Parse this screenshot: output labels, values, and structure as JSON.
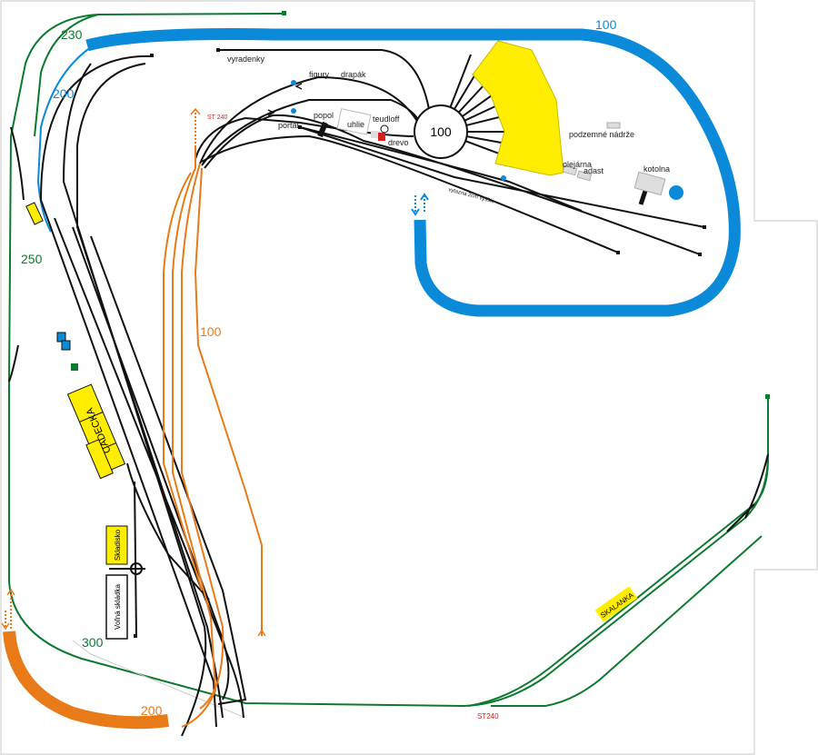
{
  "colors": {
    "main_line": "#0a8ad8",
    "branch": "#0b7a2e",
    "narrow": "#e87a18",
    "track": "#111111",
    "building": "#ffee00",
    "signal_red": "#d42020"
  },
  "radii": {
    "blue_top": "100",
    "blue_left": "200",
    "green_top": "230",
    "green_left": "250",
    "green_bottom": "300",
    "orange_bottom": "200",
    "orange_middle": "100",
    "turntable": "100"
  },
  "labels": {
    "st240_top": "ST 240",
    "st240_bottom": "ST240",
    "vyradenky": "vyradenky",
    "figury": "figury",
    "drapak": "drapák",
    "popol": "popol",
    "uhlie": "uhlie",
    "teudloff": "teudloff",
    "portal": "portal",
    "drevo": "drevo",
    "vytazna": "vytazna 2cm vyššie",
    "podzemne": "podzemné nádrže",
    "olejarna": "olejárna",
    "adast": "adast",
    "kotolna": "kotolna",
    "cadecka": "CADECKA",
    "skladisko": "Skladisko",
    "volna": "Voľná skládka",
    "skalanka": "SKALANKA"
  }
}
